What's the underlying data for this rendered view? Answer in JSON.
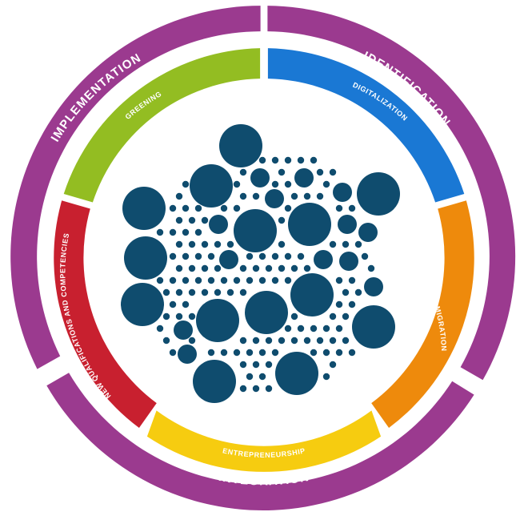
{
  "outer_ring": {
    "color": "#9b3a8f",
    "segments": [
      {
        "label": "IDENTIFICATION"
      },
      {
        "label": "INTEGRATION"
      },
      {
        "label": "IMPLEMENTATION"
      }
    ]
  },
  "inner_ring": {
    "segments": [
      {
        "label": "DIGITALIZATION",
        "color": "#1a78d4"
      },
      {
        "label": "MIGRATION",
        "color": "#ee8a0c"
      },
      {
        "label": "ENTREPRENEURSHIP",
        "color": "#f6cc10"
      },
      {
        "label": "NEW QUALIFICATIONS AND COMPETENCIES",
        "color": "#c8202f"
      },
      {
        "label": "GREENING",
        "color": "#93bd22"
      }
    ]
  },
  "cluster": {
    "color": "#0f4c6e",
    "icon": "network-cluster-icon"
  }
}
